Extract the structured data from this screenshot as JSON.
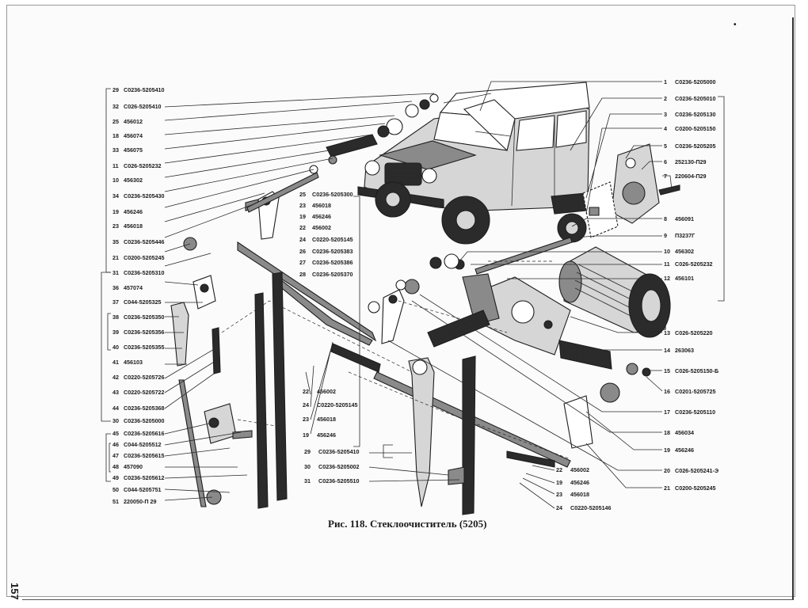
{
  "caption": "Рис. 118. Стеклоочиститель (5205)",
  "page_number": "157",
  "mark": "•",
  "labels": [
    {
      "n": "29",
      "code": "С0236-5205410"
    },
    {
      "n": "32",
      "code": "С026-5205410"
    },
    {
      "n": "25",
      "code": "456012"
    },
    {
      "n": "18",
      "code": "456074"
    },
    {
      "n": "33",
      "code": "456075"
    },
    {
      "n": "11",
      "code": "С026-5205232"
    },
    {
      "n": "10",
      "code": "456302"
    },
    {
      "n": "34",
      "code": "С0236-5205430"
    },
    {
      "n": "19",
      "code": "456246"
    },
    {
      "n": "23",
      "code": "456018"
    },
    {
      "n": "35",
      "code": "С0236-5205446"
    },
    {
      "n": "21",
      "code": "С0200-5205245"
    },
    {
      "n": "31",
      "code": "С0236-5205310"
    },
    {
      "n": "36",
      "code": "457074"
    },
    {
      "n": "37",
      "code": "С044-5205325"
    },
    {
      "n": "38",
      "code": "С0236-5205350"
    },
    {
      "n": "39",
      "code": "С0236-5205356"
    },
    {
      "n": "40",
      "code": "С0236-5205355"
    },
    {
      "n": "41",
      "code": "456103"
    },
    {
      "n": "42",
      "code": "С0220-5205726"
    },
    {
      "n": "43",
      "code": "С0220-5205722"
    },
    {
      "n": "44",
      "code": "С0236-5205368"
    },
    {
      "n": "30",
      "code": "С0236-5205000"
    },
    {
      "n": "45",
      "code": "С0236-5205616"
    },
    {
      "n": "46",
      "code": "С044-5205512"
    },
    {
      "n": "47",
      "code": "С0236-5205615"
    },
    {
      "n": "48",
      "code": "457090"
    },
    {
      "n": "49",
      "code": "С0236-5205612"
    },
    {
      "n": "50",
      "code": "С044-5205751"
    },
    {
      "n": "51",
      "code": "220050-П 29"
    },
    {
      "n": "25",
      "code": "С0236-5205300"
    },
    {
      "n": "23",
      "code": "456018"
    },
    {
      "n": "19",
      "code": "456246"
    },
    {
      "n": "22",
      "code": "456002"
    },
    {
      "n": "24",
      "code": "С0220-5205145"
    },
    {
      "n": "26",
      "code": "С0236-5205383"
    },
    {
      "n": "27",
      "code": "С0236-5205386"
    },
    {
      "n": "28",
      "code": "С0236-5205370"
    },
    {
      "n": "22",
      "code": "456002"
    },
    {
      "n": "24",
      "code": "С0220-5205145"
    },
    {
      "n": "23",
      "code": "456018"
    },
    {
      "n": "19",
      "code": "456246"
    },
    {
      "n": "29",
      "code": "С0236-5205410"
    },
    {
      "n": "30",
      "code": "С0236-5205002"
    },
    {
      "n": "31",
      "code": "С0236-5205510"
    },
    {
      "n": "22",
      "code": "456002"
    },
    {
      "n": "19",
      "code": "456246"
    },
    {
      "n": "23",
      "code": "456018"
    },
    {
      "n": "24",
      "code": "С0220-5205146"
    },
    {
      "n": "1",
      "code": "С0236-5205000"
    },
    {
      "n": "2",
      "code": "С0236-5205010"
    },
    {
      "n": "3",
      "code": "С0236-5205130"
    },
    {
      "n": "4",
      "code": "С0200-5205150"
    },
    {
      "n": "5",
      "code": "С0236-5205205"
    },
    {
      "n": "6",
      "code": "252130-П29"
    },
    {
      "n": "7",
      "code": "220604-П29"
    },
    {
      "n": "8",
      "code": "456091"
    },
    {
      "n": "9",
      "code": "П3237Г"
    },
    {
      "n": "10",
      "code": "456302"
    },
    {
      "n": "11",
      "code": "С026-5205232"
    },
    {
      "n": "12",
      "code": "456101"
    },
    {
      "n": "13",
      "code": "С026-5205220"
    },
    {
      "n": "14",
      "code": "263063"
    },
    {
      "n": "15",
      "code": "С026-5205150-Б"
    },
    {
      "n": "16",
      "code": "С0201-5205725"
    },
    {
      "n": "17",
      "code": "С0236-5205110"
    },
    {
      "n": "18",
      "code": "456034"
    },
    {
      "n": "19",
      "code": "456246"
    },
    {
      "n": "20",
      "code": "С026-5205241-Э"
    },
    {
      "n": "21",
      "code": "С0200-5205245"
    }
  ]
}
